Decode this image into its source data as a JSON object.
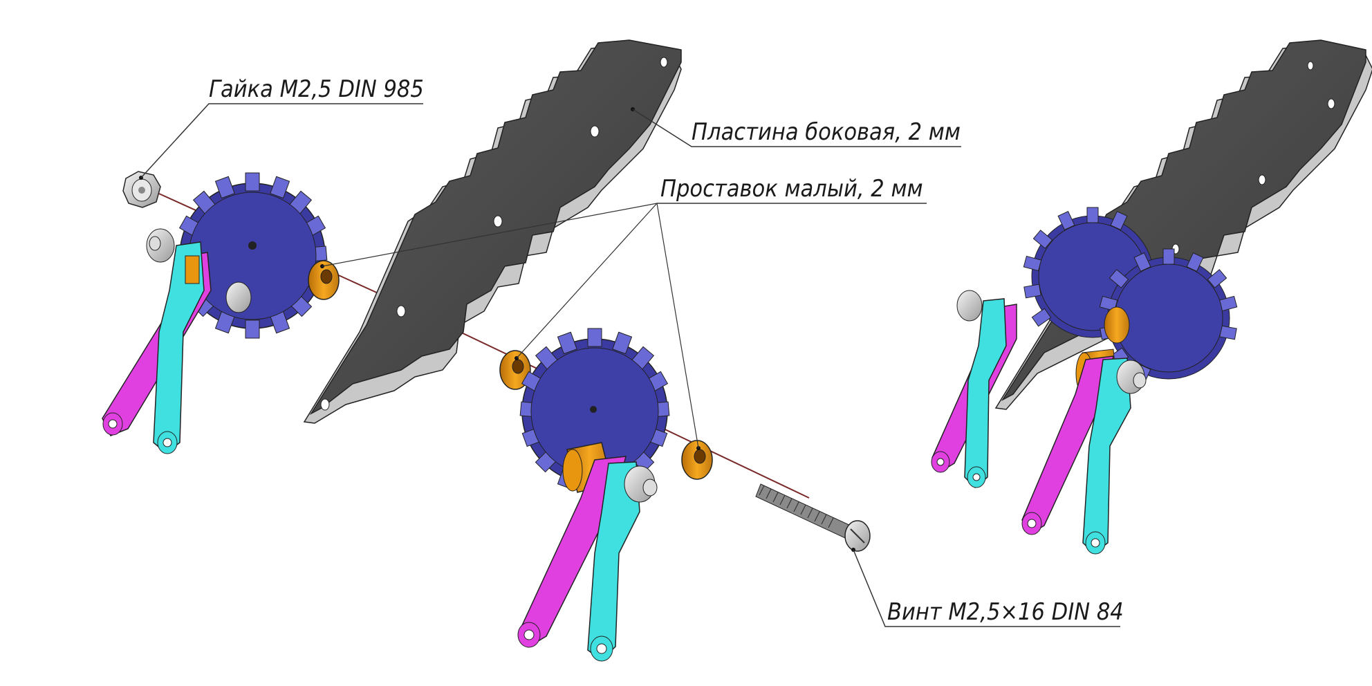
{
  "callouts": {
    "nut": "Гайка M2,5 DIN 985",
    "side_plate": "Пластина боковая, 2 мм",
    "small_spacer": "Проставок малый, 2 мм",
    "screw": "Винт M2,5×16 DIN 84"
  },
  "colors": {
    "gear": "#4a4ab0",
    "gear_light": "#6a6ad6",
    "plate": "#4a4a4a",
    "plate_edge": "#c8c8c8",
    "spacer": "#e8960f",
    "lever_magenta": "#e040e0",
    "lever_cyan": "#40e0e0",
    "metal": "#d8d8d8",
    "axis_line": "#7a2a2a",
    "leader_line": "#333333"
  }
}
